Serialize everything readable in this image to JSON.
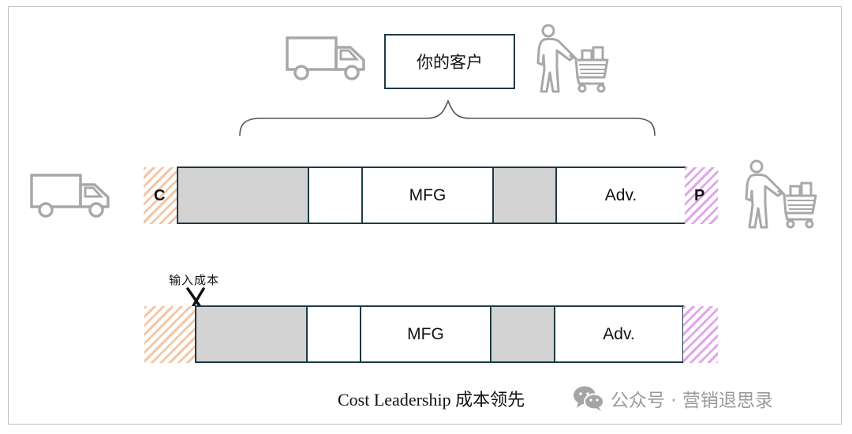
{
  "customer_box": {
    "label": "你的客户"
  },
  "chain_top": {
    "left_label": "C",
    "right_label": "P",
    "segments": [
      "",
      "",
      "MFG",
      "",
      "Adv."
    ]
  },
  "chain_bottom": {
    "annotation": "输入成本",
    "segments": [
      "",
      "",
      "MFG",
      "",
      "Adv."
    ]
  },
  "caption": "Cost Leadership 成本领先",
  "watermark": {
    "text": "公众号 · 营销退思录"
  },
  "icons": [
    "truck-icon",
    "shopper-cart-icon",
    "brace-icon",
    "cross-mark-icon",
    "wechat-icon"
  ],
  "colors": {
    "border": "#1f3a44",
    "segment_gray": "#d3d3d3",
    "hatch_supplier": "#f3c6a7",
    "hatch_buyer": "#e1a6ea",
    "icon_gray": "#a8a8a8"
  }
}
